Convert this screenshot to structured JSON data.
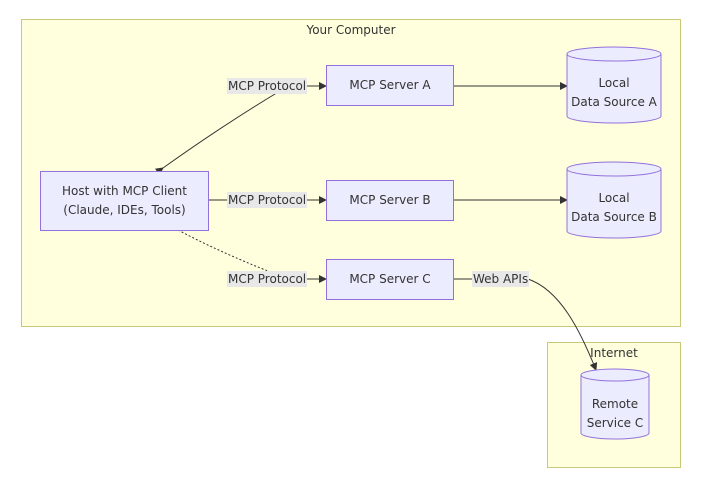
{
  "colors": {
    "cluster_fill": "#ffffde",
    "cluster_border": "#c8c87a",
    "node_fill": "#ececff",
    "node_border": "#9370db",
    "edge": "#333333",
    "label_bg": "#e8e8e8"
  },
  "clusters": {
    "computer": {
      "title": "Your Computer"
    },
    "internet": {
      "title": "Internet"
    }
  },
  "host": {
    "line1": "Host with MCP Client",
    "line2": "(Claude, IDEs, Tools)"
  },
  "servers": {
    "a": {
      "label": "MCP Server A"
    },
    "b": {
      "label": "MCP Server B"
    },
    "c": {
      "label": "MCP Server C"
    }
  },
  "data_sources": {
    "a": {
      "line1": "Local",
      "line2": "Data Source A"
    },
    "b": {
      "line1": "Local",
      "line2": "Data Source B"
    }
  },
  "remote": {
    "line1": "Remote",
    "line2": "Service C"
  },
  "edge_labels": {
    "protocol_a": "MCP Protocol",
    "protocol_b": "MCP Protocol",
    "protocol_c": "MCP Protocol",
    "web_apis": "Web APIs"
  }
}
